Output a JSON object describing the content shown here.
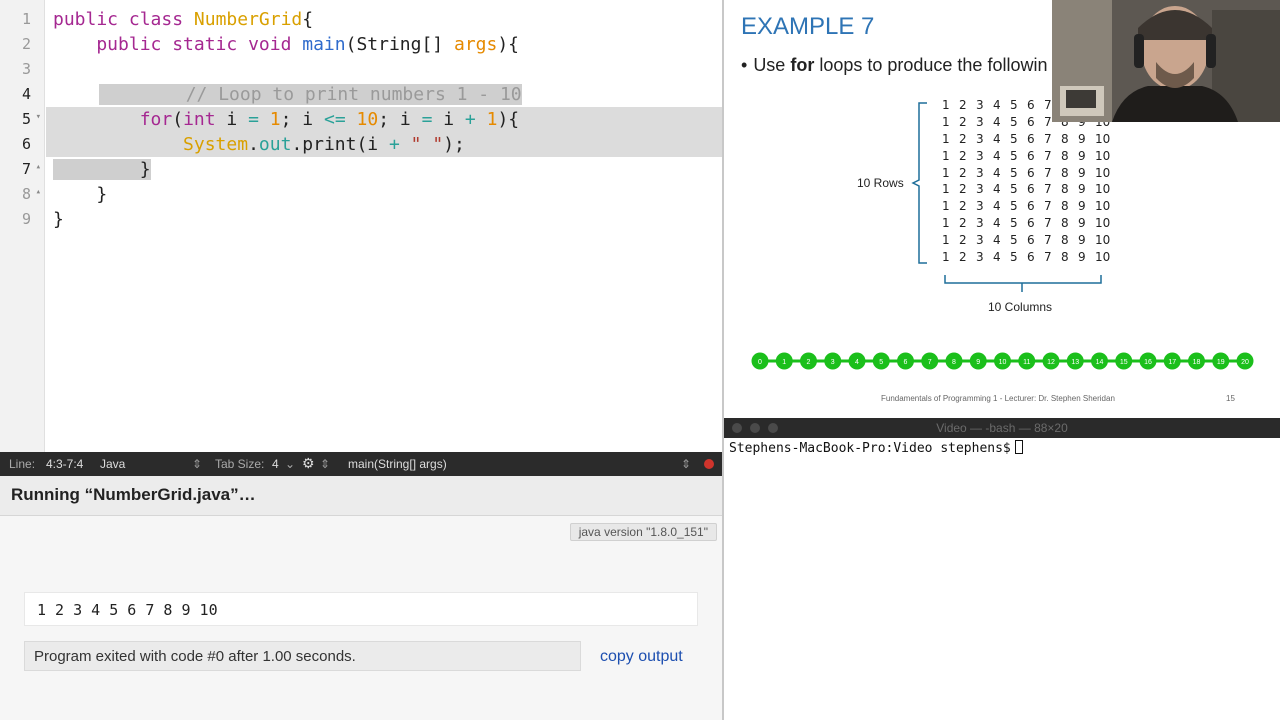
{
  "editor": {
    "lines": [
      {
        "n": "1",
        "fold": ""
      },
      {
        "n": "2",
        "fold": ""
      },
      {
        "n": "3",
        "fold": ""
      },
      {
        "n": "4",
        "fold": ""
      },
      {
        "n": "5",
        "fold": "▾"
      },
      {
        "n": "6",
        "fold": ""
      },
      {
        "n": "7",
        "fold": "▴"
      },
      {
        "n": "8",
        "fold": "▴"
      },
      {
        "n": "9",
        "fold": ""
      }
    ],
    "code": {
      "l1_a": "public class ",
      "l1_b": "NumberGrid",
      "l1_c": "{",
      "l2_a": "    public static void ",
      "l2_b": "main",
      "l2_c": "(String[] ",
      "l2_d": "args",
      "l2_e": "){",
      "l4": "        // Loop to print numbers 1 - 10",
      "l5_a": "        ",
      "l5_b": "for",
      "l5_c": "(",
      "l5_d": "int",
      "l5_e": " i ",
      "l5_f": "=",
      "l5_g": " ",
      "l5_h": "1",
      "l5_i": "; i ",
      "l5_j": "<=",
      "l5_k": " ",
      "l5_l": "10",
      "l5_m": "; i ",
      "l5_n": "=",
      "l5_o": " i ",
      "l5_p": "+",
      "l5_q": " ",
      "l5_r": "1",
      "l5_s": "){",
      "l6_a": "            ",
      "l6_b": "System",
      "l6_c": ".",
      "l6_d": "out",
      "l6_e": ".print(i ",
      "l6_f": "+",
      "l6_g": " ",
      "l6_h": "\" \"",
      "l6_i": ");",
      "l7_a": "        ",
      "l7_b": "}",
      "l8": "    }",
      "l9": "}"
    }
  },
  "statusbar": {
    "line_label": "Line:",
    "line_value": "4:3-7:4",
    "language": "Java",
    "tab_label": "Tab Size:",
    "tab_value": "4",
    "symbol": "main(String[] args)"
  },
  "run": {
    "title": "Running “NumberGrid.java”…",
    "java_version": "java version \"1.8.0_151\"",
    "output": "1 2 3 4 5 6 7 8 9 10",
    "exit_message": "Program exited with code #0 after 1.00 seconds.",
    "copy_label": "copy output"
  },
  "slide": {
    "title": "EXAMPLE 7",
    "bullet_pre": "Use ",
    "bullet_bold": "for",
    "bullet_post": " loops to produce the followin",
    "grid_row": [
      "1",
      "2",
      "3",
      "4",
      "5",
      "6",
      "7",
      "8",
      "9",
      "10"
    ],
    "rows_label": "10 Rows",
    "cols_label": "10 Columns",
    "timeline": [
      "0",
      "1",
      "2",
      "3",
      "4",
      "5",
      "6",
      "7",
      "8",
      "9",
      "10",
      "11",
      "12",
      "13",
      "14",
      "15",
      "16",
      "17",
      "18",
      "19",
      "20"
    ],
    "footer": "Fundamentals of Programming 1 - Lecturer: Dr. Stephen Sheridan",
    "page": "15",
    "colors": {
      "title": "#2e74b5",
      "brace": "#1f6f9a",
      "timeline": "#1bbf1b"
    }
  },
  "terminal": {
    "title": "Video — -bash — 88×20",
    "prompt": "Stephens-MacBook-Pro:Video stephens$"
  }
}
